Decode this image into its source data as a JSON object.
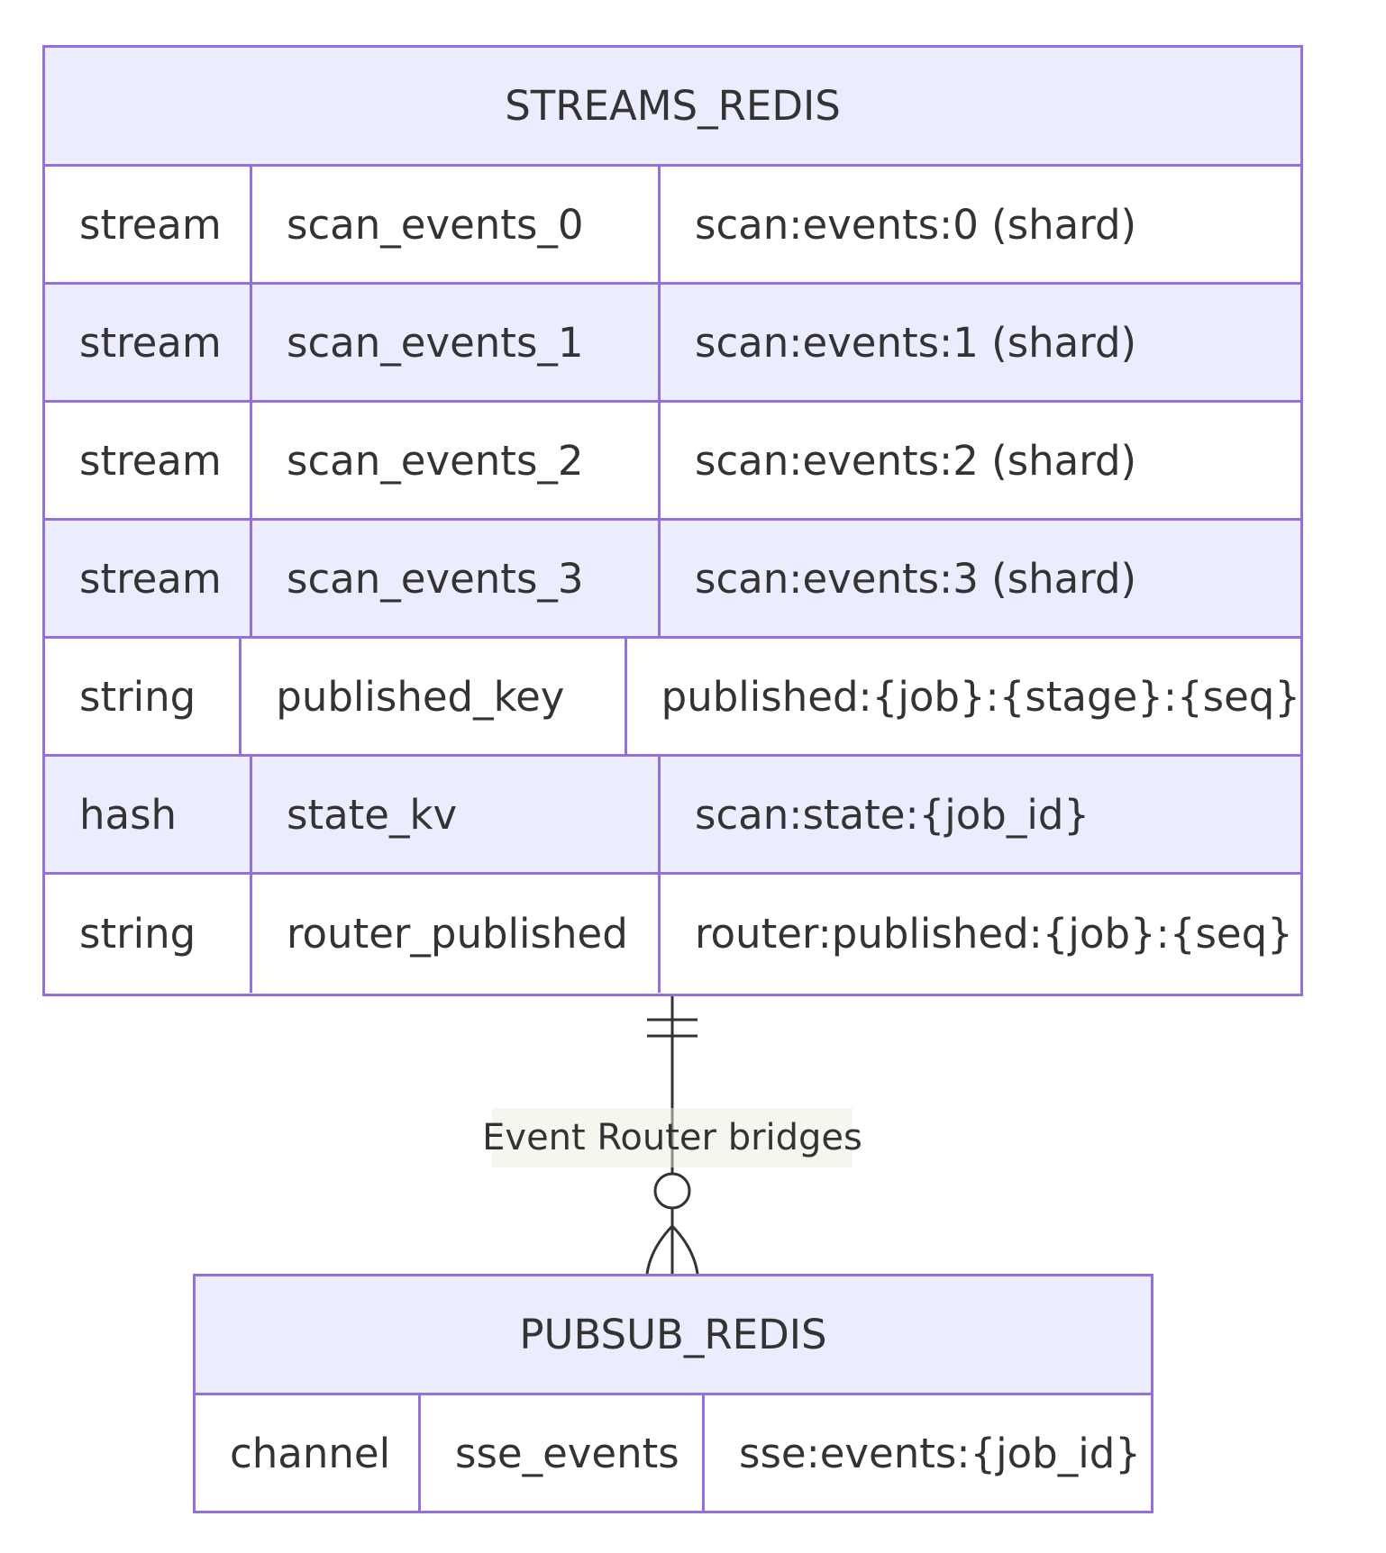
{
  "entities": {
    "streams_redis": {
      "name": "STREAMS_REDIS",
      "attributes": [
        {
          "type": "stream",
          "name": "scan_events_0",
          "comment": "scan:events:0 (shard)"
        },
        {
          "type": "stream",
          "name": "scan_events_1",
          "comment": "scan:events:1 (shard)"
        },
        {
          "type": "stream",
          "name": "scan_events_2",
          "comment": "scan:events:2 (shard)"
        },
        {
          "type": "stream",
          "name": "scan_events_3",
          "comment": "scan:events:3 (shard)"
        },
        {
          "type": "string",
          "name": "published_key",
          "comment": "published:{job}:{stage}:{seq}"
        },
        {
          "type": "hash",
          "name": "state_kv",
          "comment": "scan:state:{job_id}"
        },
        {
          "type": "string",
          "name": "router_published",
          "comment": "router:published:{job}:{seq}"
        }
      ]
    },
    "pubsub_redis": {
      "name": "PUBSUB_REDIS",
      "attributes": [
        {
          "type": "channel",
          "name": "sse_events",
          "comment": "sse:events:{job_id}"
        }
      ]
    }
  },
  "relationship": {
    "label": "Event Router bridges",
    "from_cardinality": "exactly-one",
    "to_cardinality": "zero-or-more"
  },
  "colors": {
    "border": "#9370db",
    "header_fill": "#ececff",
    "row_alt_fill": "#ececff",
    "text": "#333333",
    "line": "#333333"
  }
}
